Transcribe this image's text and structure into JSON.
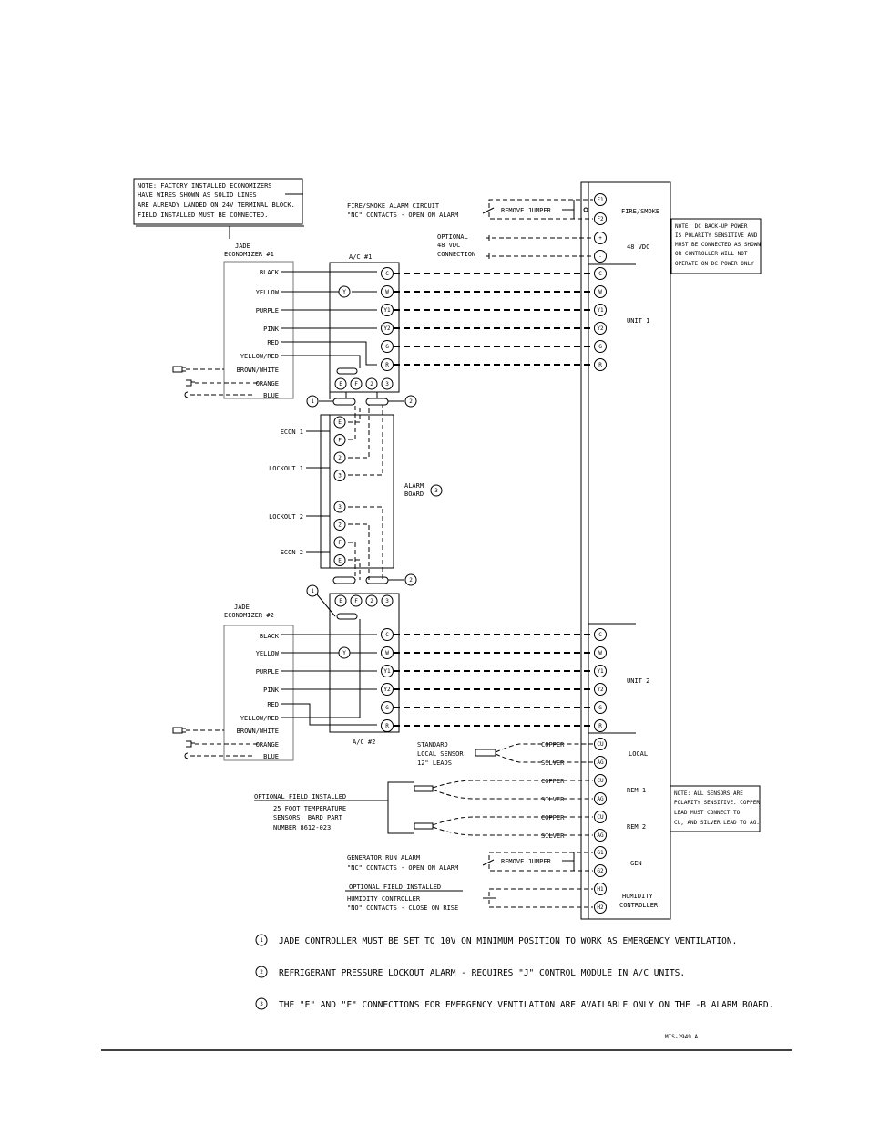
{
  "notes": {
    "factory_note": [
      "NOTE: FACTORY INSTALLED ECONOMIZERS",
      "HAVE WIRES SHOWN AS SOLID LINES",
      "ARE ALREADY LANDED ON 24V TERMINAL BLOCK.",
      "FIELD INSTALLED MUST BE CONNECTED."
    ],
    "dc_note": [
      "NOTE: DC BACK-UP POWER",
      "IS POLARITY SENSITIVE AND",
      "MUST BE CONNECTED AS SHOWN",
      "OR CONTROLLER WILL NOT",
      "OPERATE ON DC POWER ONLY"
    ],
    "sensor_note": [
      "NOTE: ALL SENSORS ARE",
      "POLARITY SENSITIVE. COPPER",
      "LEAD MUST CONNECT TO",
      "CU, AND SILVER LEAD TO AG."
    ]
  },
  "economizer1": {
    "title": [
      "JADE",
      "ECONOMIZER #1"
    ],
    "wires": [
      "BLACK",
      "YELLOW",
      "PURPLE",
      "PINK",
      "RED",
      "YELLOW/RED",
      "BROWN/WHITE",
      "ORANGE",
      "BLUE"
    ]
  },
  "economizer2": {
    "title": [
      "JADE",
      "ECONOMIZER #2"
    ],
    "wires": [
      "BLACK",
      "YELLOW",
      "PURPLE",
      "PINK",
      "RED",
      "YELLOW/RED",
      "BROWN/WHITE",
      "ORANGE",
      "BLUE"
    ]
  },
  "ac1_label": "A/C #1",
  "ac2_label": "A/C #2",
  "ac_terminals": [
    "C",
    "W",
    "Y1",
    "Y2",
    "G",
    "R"
  ],
  "ac_y_symbol": "Y",
  "ac_bottom_terminals": [
    "E",
    "F",
    "2",
    "3"
  ],
  "controller": {
    "fire_terminals": [
      "F1",
      "F2"
    ],
    "dc_terminals": [
      "+",
      "-"
    ],
    "sensor_terminals": [
      "CU",
      "AG"
    ],
    "gen_terminals": [
      "G1",
      "G2"
    ],
    "humidity_terminals": [
      "H1",
      "H2"
    ],
    "sections": [
      "FIRE/SMOKE",
      "48 VDC",
      "UNIT 1",
      "UNIT 2",
      "LOCAL",
      "REM 1",
      "REM 2",
      "GEN",
      "HUMIDITY",
      "CONTROLLER"
    ]
  },
  "fire_smoke": {
    "label": [
      "FIRE/SMOKE ALARM CIRCUIT",
      "\"NC\" CONTACTS - OPEN ON ALARM"
    ],
    "jumper": "REMOVE JUMPER"
  },
  "dc_input": {
    "label": [
      "OPTIONAL",
      "48 VDC",
      "CONNECTION"
    ]
  },
  "alarm_board": {
    "label": [
      "ALARM",
      "BOARD"
    ],
    "rows": [
      "ECON 1",
      "LOCKOUT 1",
      "LOCKOUT 2",
      "ECON 2"
    ],
    "terminals_top": [
      "E",
      "F",
      "2",
      "3"
    ],
    "terminals_bottom": [
      "3",
      "2",
      "F",
      "E"
    ]
  },
  "callouts": [
    "1",
    "2",
    "3"
  ],
  "local_sensor": {
    "label": [
      "STANDARD",
      "LOCAL SENSOR",
      "12\" LEADS"
    ],
    "leads": [
      "COPPER",
      "SILVER"
    ]
  },
  "remote_sensors": {
    "label": [
      "OPTIONAL FIELD INSTALLED",
      "25 FOOT TEMPERATURE",
      "SENSORS, BARD PART",
      "NUMBER 8612-023"
    ],
    "leads": [
      "COPPER",
      "SILVER",
      "COPPER",
      "SILVER"
    ]
  },
  "generator": {
    "label": [
      "GENERATOR RUN ALARM",
      "\"NC\" CONTACTS - OPEN ON ALARM"
    ],
    "jumper": "REMOVE JUMPER"
  },
  "humidity": {
    "label": [
      "OPTIONAL FIELD INSTALLED",
      "HUMIDITY CONTROLLER",
      "\"NO\" CONTACTS - CLOSE ON RISE"
    ]
  },
  "footnotes": [
    {
      "num": "1",
      "text": "JADE CONTROLLER MUST BE SET TO 10V ON MINIMUM POSITION TO WORK AS EMERGENCY VENTILATION."
    },
    {
      "num": "2",
      "text": "REFRIGERANT PRESSURE LOCKOUT ALARM - REQUIRES \"J\" CONTROL MODULE IN A/C UNITS."
    },
    {
      "num": "3",
      "text": "THE \"E\" AND \"F\" CONNECTIONS FOR EMERGENCY VENTILATION ARE AVAILABLE ONLY ON THE -B ALARM BOARD."
    }
  ],
  "drawing_id": "MIS-2949 A"
}
